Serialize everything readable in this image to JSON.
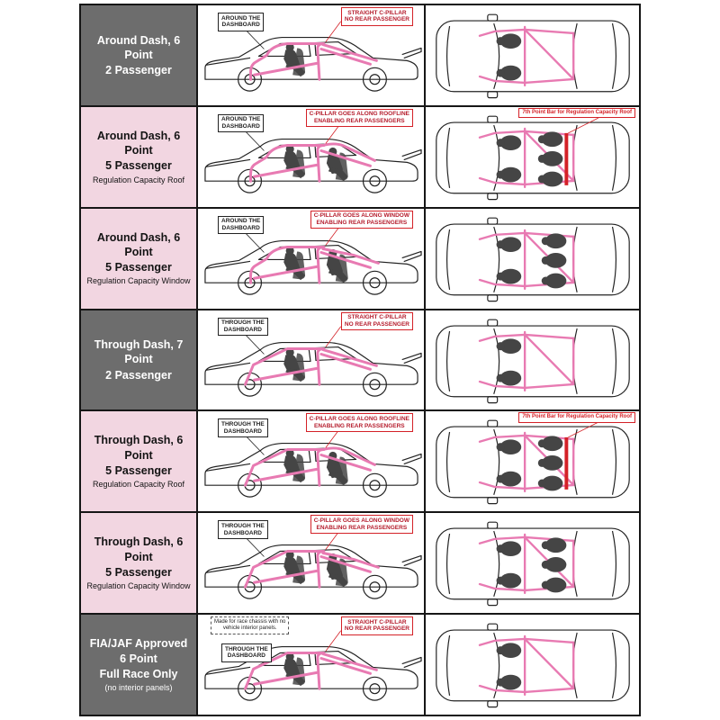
{
  "colors": {
    "label_gray": "#6d6d6d",
    "label_pink": "#f2d6e1",
    "cage_pink": "#e87ab2",
    "red": "#d42127",
    "outline": "#222222",
    "figure": "#454545"
  },
  "rows": [
    {
      "label": {
        "bg": "gray",
        "b1": "Around Dash, 6 Point",
        "b2": "2 Passenger",
        "b3": "",
        "s1": ""
      },
      "side": {
        "dash1": "AROUND THE",
        "dash2": "DASHBOARD",
        "pillar1": "STRAIGHT C-PILLAR",
        "pillar2": "NO REAR PASSENGER",
        "race1": "",
        "race2": ""
      },
      "top": {
        "note": ""
      },
      "diagram": {
        "passengers": 2,
        "dash": "around",
        "pillar": "straight",
        "seventh_bar": false,
        "race": false
      }
    },
    {
      "label": {
        "bg": "pink",
        "b1": "Around Dash, 6 Point",
        "b2": "5 Passenger",
        "b3": "",
        "s1": "Regulation Capacity Roof"
      },
      "side": {
        "dash1": "AROUND THE",
        "dash2": "DASHBOARD",
        "pillar1": "C-PILLAR GOES ALONG ROOFLINE",
        "pillar2": "ENABLING REAR PASSENGERS",
        "race1": "",
        "race2": ""
      },
      "top": {
        "note": "7th Point Bar for Regulation Capacity Roof"
      },
      "diagram": {
        "passengers": 5,
        "dash": "around",
        "pillar": "roofline",
        "seventh_bar": true,
        "race": false
      }
    },
    {
      "label": {
        "bg": "pink",
        "b1": "Around Dash, 6 Point",
        "b2": "5 Passenger",
        "b3": "",
        "s1": "Regulation Capacity Window"
      },
      "side": {
        "dash1": "AROUND THE",
        "dash2": "DASHBOARD",
        "pillar1": "C-PILLAR GOES ALONG WINDOW",
        "pillar2": "ENABLING REAR PASSENGERS",
        "race1": "",
        "race2": ""
      },
      "top": {
        "note": ""
      },
      "diagram": {
        "passengers": 5,
        "dash": "around",
        "pillar": "window",
        "seventh_bar": false,
        "race": false
      }
    },
    {
      "label": {
        "bg": "gray",
        "b1": "Through Dash, 7 Point",
        "b2": "2 Passenger",
        "b3": "",
        "s1": ""
      },
      "side": {
        "dash1": "THROUGH THE",
        "dash2": "DASHBOARD",
        "pillar1": "STRAIGHT C-PILLAR",
        "pillar2": "NO REAR PASSENGER",
        "race1": "",
        "race2": ""
      },
      "top": {
        "note": ""
      },
      "diagram": {
        "passengers": 2,
        "dash": "through",
        "pillar": "straight",
        "seventh_bar": false,
        "race": false
      }
    },
    {
      "label": {
        "bg": "pink",
        "b1": "Through Dash, 6 Point",
        "b2": "5 Passenger",
        "b3": "",
        "s1": "Regulation Capacity Roof"
      },
      "side": {
        "dash1": "THROUGH THE",
        "dash2": "DASHBOARD",
        "pillar1": "C-PILLAR GOES ALONG ROOFLINE",
        "pillar2": "ENABLING REAR PASSENGERS",
        "race1": "",
        "race2": ""
      },
      "top": {
        "note": "7th Point Bar for Regulation Capacity Roof"
      },
      "diagram": {
        "passengers": 5,
        "dash": "through",
        "pillar": "roofline",
        "seventh_bar": true,
        "race": false
      }
    },
    {
      "label": {
        "bg": "pink",
        "b1": "Through Dash, 6 Point",
        "b2": "5 Passenger",
        "b3": "",
        "s1": "Regulation Capacity Window"
      },
      "side": {
        "dash1": "THROUGH THE",
        "dash2": "DASHBOARD",
        "pillar1": "C-PILLAR GOES ALONG WINDOW",
        "pillar2": "ENABLING REAR PASSENGERS",
        "race1": "",
        "race2": ""
      },
      "top": {
        "note": ""
      },
      "diagram": {
        "passengers": 5,
        "dash": "through",
        "pillar": "window",
        "seventh_bar": false,
        "race": false
      }
    },
    {
      "label": {
        "bg": "gray",
        "b1": "FIA/JAF Approved",
        "b2": "6 Point",
        "b3": "Full Race Only",
        "s1": "(no interior panels)"
      },
      "side": {
        "dash1": "THROUGH THE",
        "dash2": "DASHBOARD",
        "pillar1": "STRAIGHT C-PILLAR",
        "pillar2": "NO REAR PASSENGER",
        "race1": "Made for race chassis with no",
        "race2": "vehicle interior panels."
      },
      "top": {
        "note": ""
      },
      "diagram": {
        "passengers": 2,
        "dash": "through",
        "pillar": "straight",
        "seventh_bar": false,
        "race": true
      }
    }
  ]
}
